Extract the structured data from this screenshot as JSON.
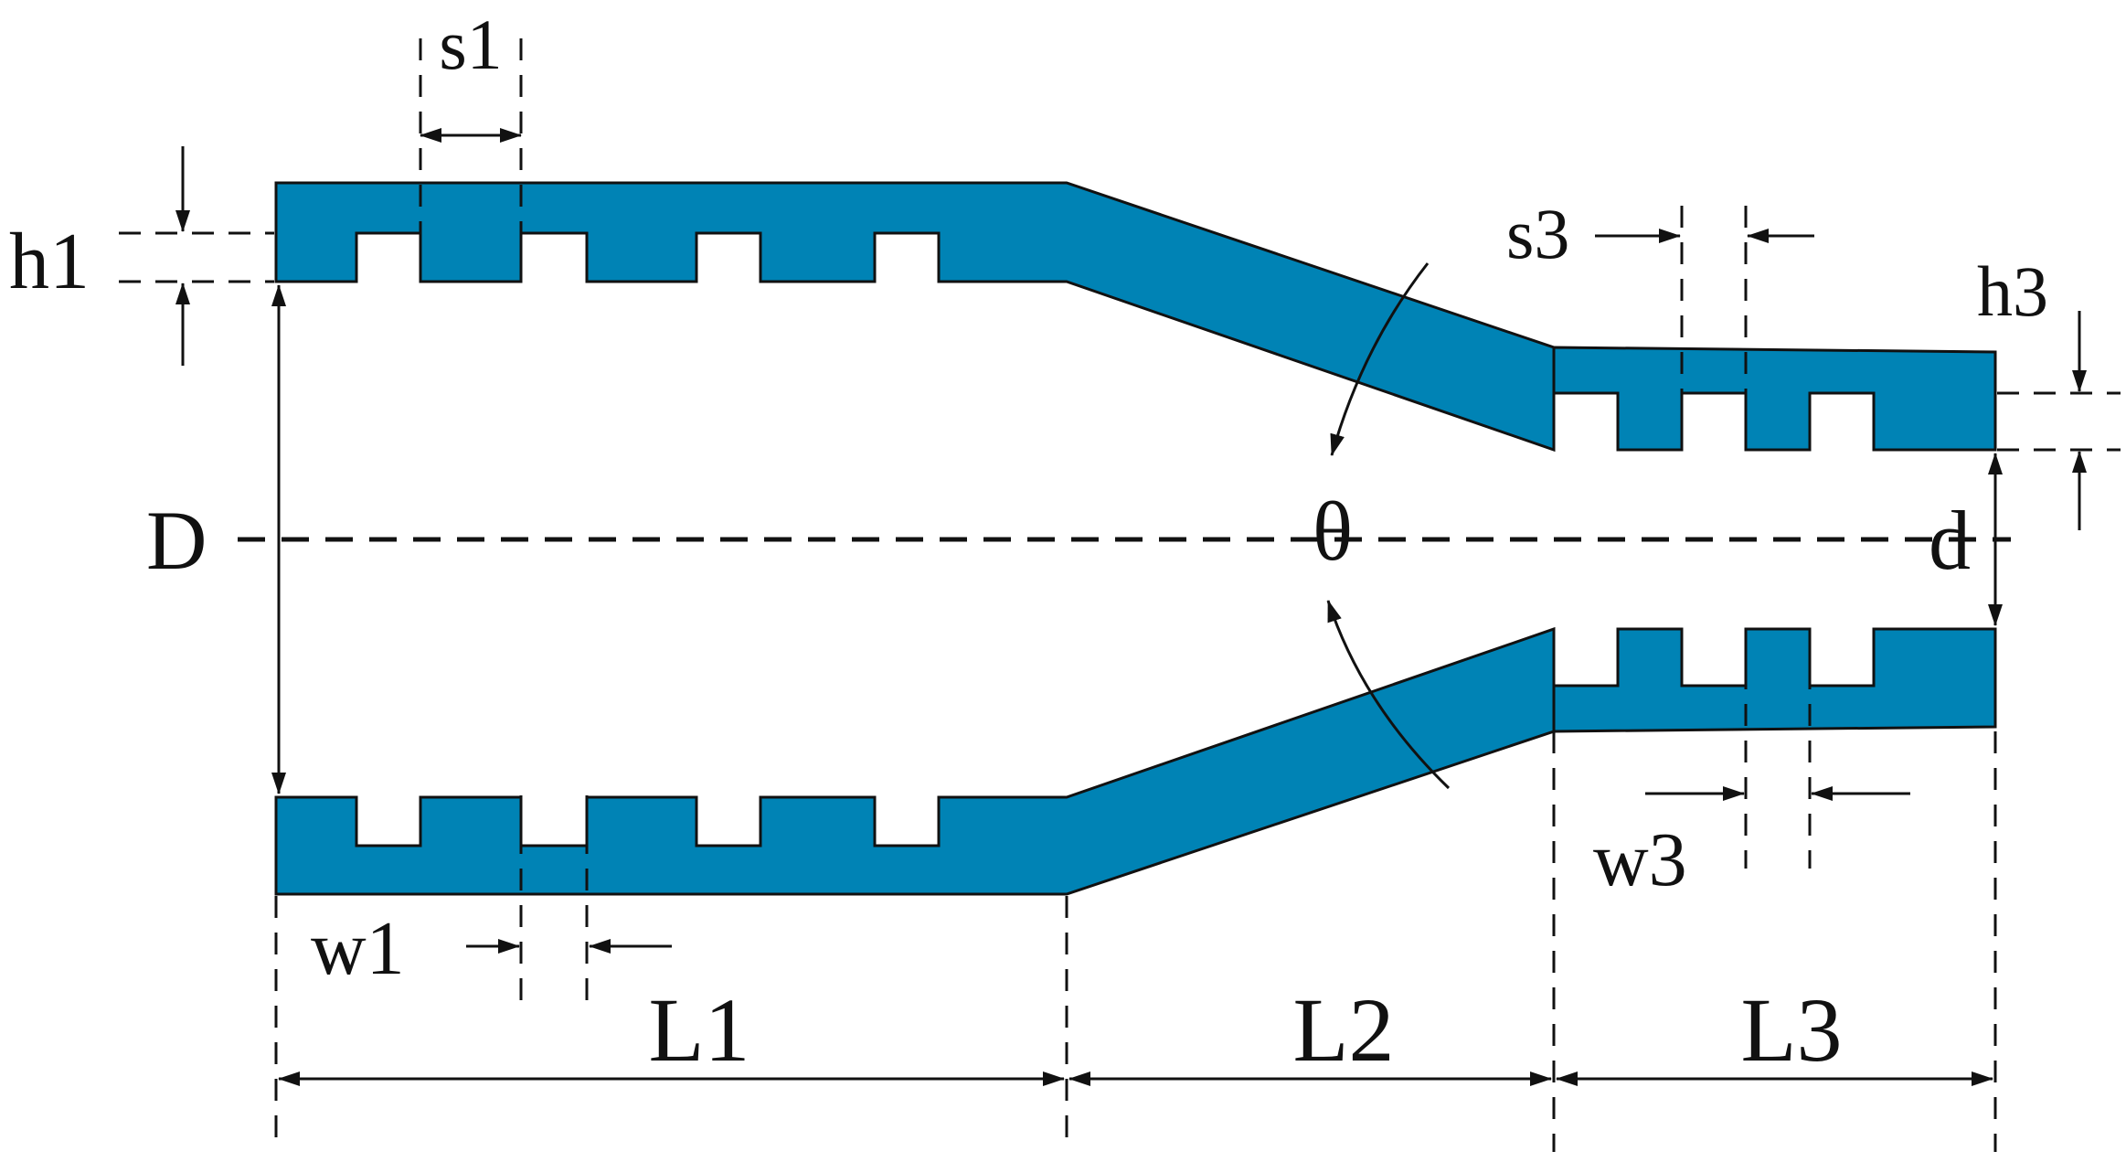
{
  "colors": {
    "fill": "#0083B5",
    "stroke": "#111111",
    "background": "#ffffff"
  },
  "labels": {
    "s1": "s1",
    "h1": "h1",
    "D": "D",
    "theta": "θ",
    "s3": "s3",
    "h3": "h3",
    "d": "d",
    "w1": "w1",
    "w3": "w3",
    "L1": "L1",
    "L2": "L2",
    "L3": "L3"
  }
}
